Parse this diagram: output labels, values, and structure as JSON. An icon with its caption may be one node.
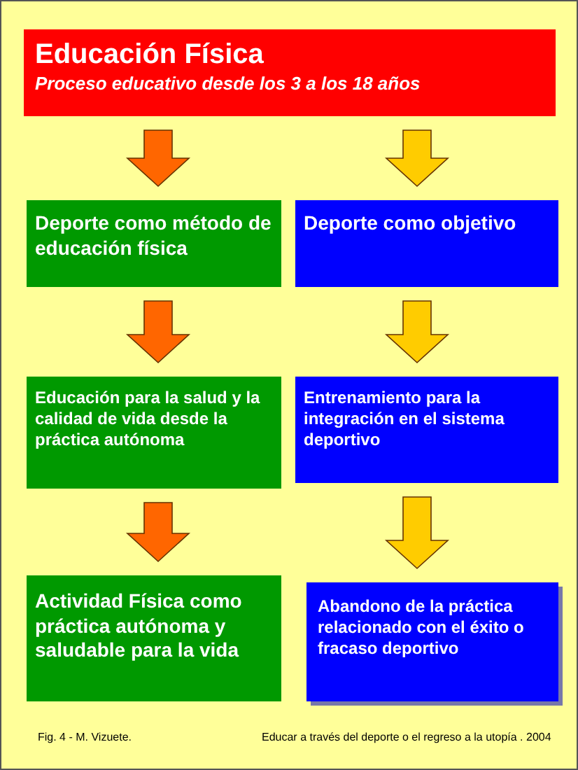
{
  "diagram": {
    "nodes": [
      {
        "text": [
          "Educación Física",
          "Proceso educativo desde los 3 a los 18 años"
        ]
      },
      {
        "text": [
          "Deporte como método de educación física"
        ]
      },
      {
        "text": [
          "Deporte como objetivo"
        ]
      },
      {
        "text": [
          "Educación para la salud y la calidad de vida desde la práctica autónoma"
        ]
      },
      {
        "text": [
          "Entrenamiento para la integración en el sistema deportivo"
        ]
      },
      {
        "text": [
          "Actividad Física como práctica autónoma y saludable para la vida"
        ]
      },
      {
        "text": [
          "Abandono de la práctica relacionado con el éxito o fracaso deportivo"
        ]
      }
    ],
    "edges": [
      {
        "from": 0,
        "to": 1,
        "arrow": "to",
        "style": "thick",
        "color": "#ff6600"
      },
      {
        "from": 0,
        "to": 2,
        "arrow": "to",
        "style": "thick",
        "color": "#ffcc00"
      },
      {
        "from": 1,
        "to": 3,
        "arrow": "to",
        "style": "thick",
        "color": "#ff6600"
      },
      {
        "from": 2,
        "to": 4,
        "arrow": "to",
        "style": "thick",
        "color": "#ffcc00"
      },
      {
        "from": 3,
        "to": 5,
        "arrow": "to",
        "style": "thick",
        "color": "#ff6600"
      },
      {
        "from": 4,
        "to": 6,
        "arrow": "to",
        "style": "thick",
        "color": "#ffcc00"
      }
    ],
    "labels": [
      "Fig. 4 - M. Vizuete.",
      "Educar a través del deporte o el regreso a la utopía . 2004"
    ]
  }
}
